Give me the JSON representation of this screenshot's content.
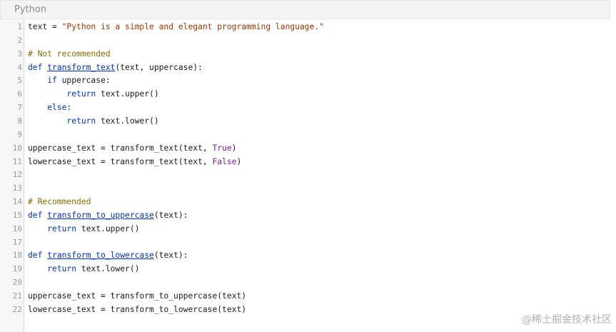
{
  "header": {
    "language": "Python"
  },
  "code": {
    "lines": [
      {
        "n": "1",
        "tokens": [
          {
            "t": "text = ",
            "c": ""
          },
          {
            "t": "\"Python is a simple and elegant programming language.\"",
            "c": "str"
          }
        ]
      },
      {
        "n": "2",
        "tokens": []
      },
      {
        "n": "3",
        "tokens": [
          {
            "t": "# Not recommended",
            "c": "cmt"
          }
        ]
      },
      {
        "n": "4",
        "tokens": [
          {
            "t": "def ",
            "c": "kw"
          },
          {
            "t": "transform_text",
            "c": "fn"
          },
          {
            "t": "(text, uppercase):",
            "c": ""
          }
        ]
      },
      {
        "n": "5",
        "tokens": [
          {
            "t": "    ",
            "c": ""
          },
          {
            "t": "if",
            "c": "kw"
          },
          {
            "t": " uppercase:",
            "c": ""
          }
        ]
      },
      {
        "n": "6",
        "tokens": [
          {
            "t": "        ",
            "c": ""
          },
          {
            "t": "return",
            "c": "kw"
          },
          {
            "t": " text.upper()",
            "c": ""
          }
        ]
      },
      {
        "n": "7",
        "tokens": [
          {
            "t": "    ",
            "c": ""
          },
          {
            "t": "else",
            "c": "kw"
          },
          {
            "t": ":",
            "c": ""
          }
        ]
      },
      {
        "n": "8",
        "tokens": [
          {
            "t": "        ",
            "c": ""
          },
          {
            "t": "return",
            "c": "kw"
          },
          {
            "t": " text.lower()",
            "c": ""
          }
        ]
      },
      {
        "n": "9",
        "tokens": []
      },
      {
        "n": "10",
        "tokens": [
          {
            "t": "uppercase_text = transform_text(text, ",
            "c": ""
          },
          {
            "t": "True",
            "c": "bool"
          },
          {
            "t": ")",
            "c": ""
          }
        ]
      },
      {
        "n": "11",
        "tokens": [
          {
            "t": "lowercase_text = transform_text(text, ",
            "c": ""
          },
          {
            "t": "False",
            "c": "bool"
          },
          {
            "t": ")",
            "c": ""
          }
        ]
      },
      {
        "n": "12",
        "tokens": []
      },
      {
        "n": "13",
        "tokens": []
      },
      {
        "n": "14",
        "tokens": [
          {
            "t": "# Recommended",
            "c": "cmt"
          }
        ]
      },
      {
        "n": "15",
        "tokens": [
          {
            "t": "def ",
            "c": "kw"
          },
          {
            "t": "transform_to_uppercase",
            "c": "fn"
          },
          {
            "t": "(text):",
            "c": ""
          }
        ]
      },
      {
        "n": "16",
        "tokens": [
          {
            "t": "    ",
            "c": ""
          },
          {
            "t": "return",
            "c": "kw"
          },
          {
            "t": " text.upper()",
            "c": ""
          }
        ]
      },
      {
        "n": "17",
        "tokens": []
      },
      {
        "n": "18",
        "tokens": [
          {
            "t": "def ",
            "c": "kw"
          },
          {
            "t": "transform_to_lowercase",
            "c": "fn"
          },
          {
            "t": "(text):",
            "c": ""
          }
        ]
      },
      {
        "n": "19",
        "tokens": [
          {
            "t": "    ",
            "c": ""
          },
          {
            "t": "return",
            "c": "kw"
          },
          {
            "t": " text.lower()",
            "c": ""
          }
        ]
      },
      {
        "n": "20",
        "tokens": []
      },
      {
        "n": "21",
        "tokens": [
          {
            "t": "uppercase_text = transform_to_uppercase(text)",
            "c": ""
          }
        ]
      },
      {
        "n": "22",
        "tokens": [
          {
            "t": "lowercase_text = transform_to_lowercase(text)",
            "c": ""
          }
        ]
      }
    ]
  },
  "watermark": {
    "text": "@稀土掘金技术社区"
  },
  "colors": {
    "keyword": "#0033b3",
    "string": "#9a3600",
    "comment": "#8a6d00",
    "boolean": "#7a1e9c",
    "line_number": "#999999",
    "header_bg": "#f4f4f4"
  }
}
